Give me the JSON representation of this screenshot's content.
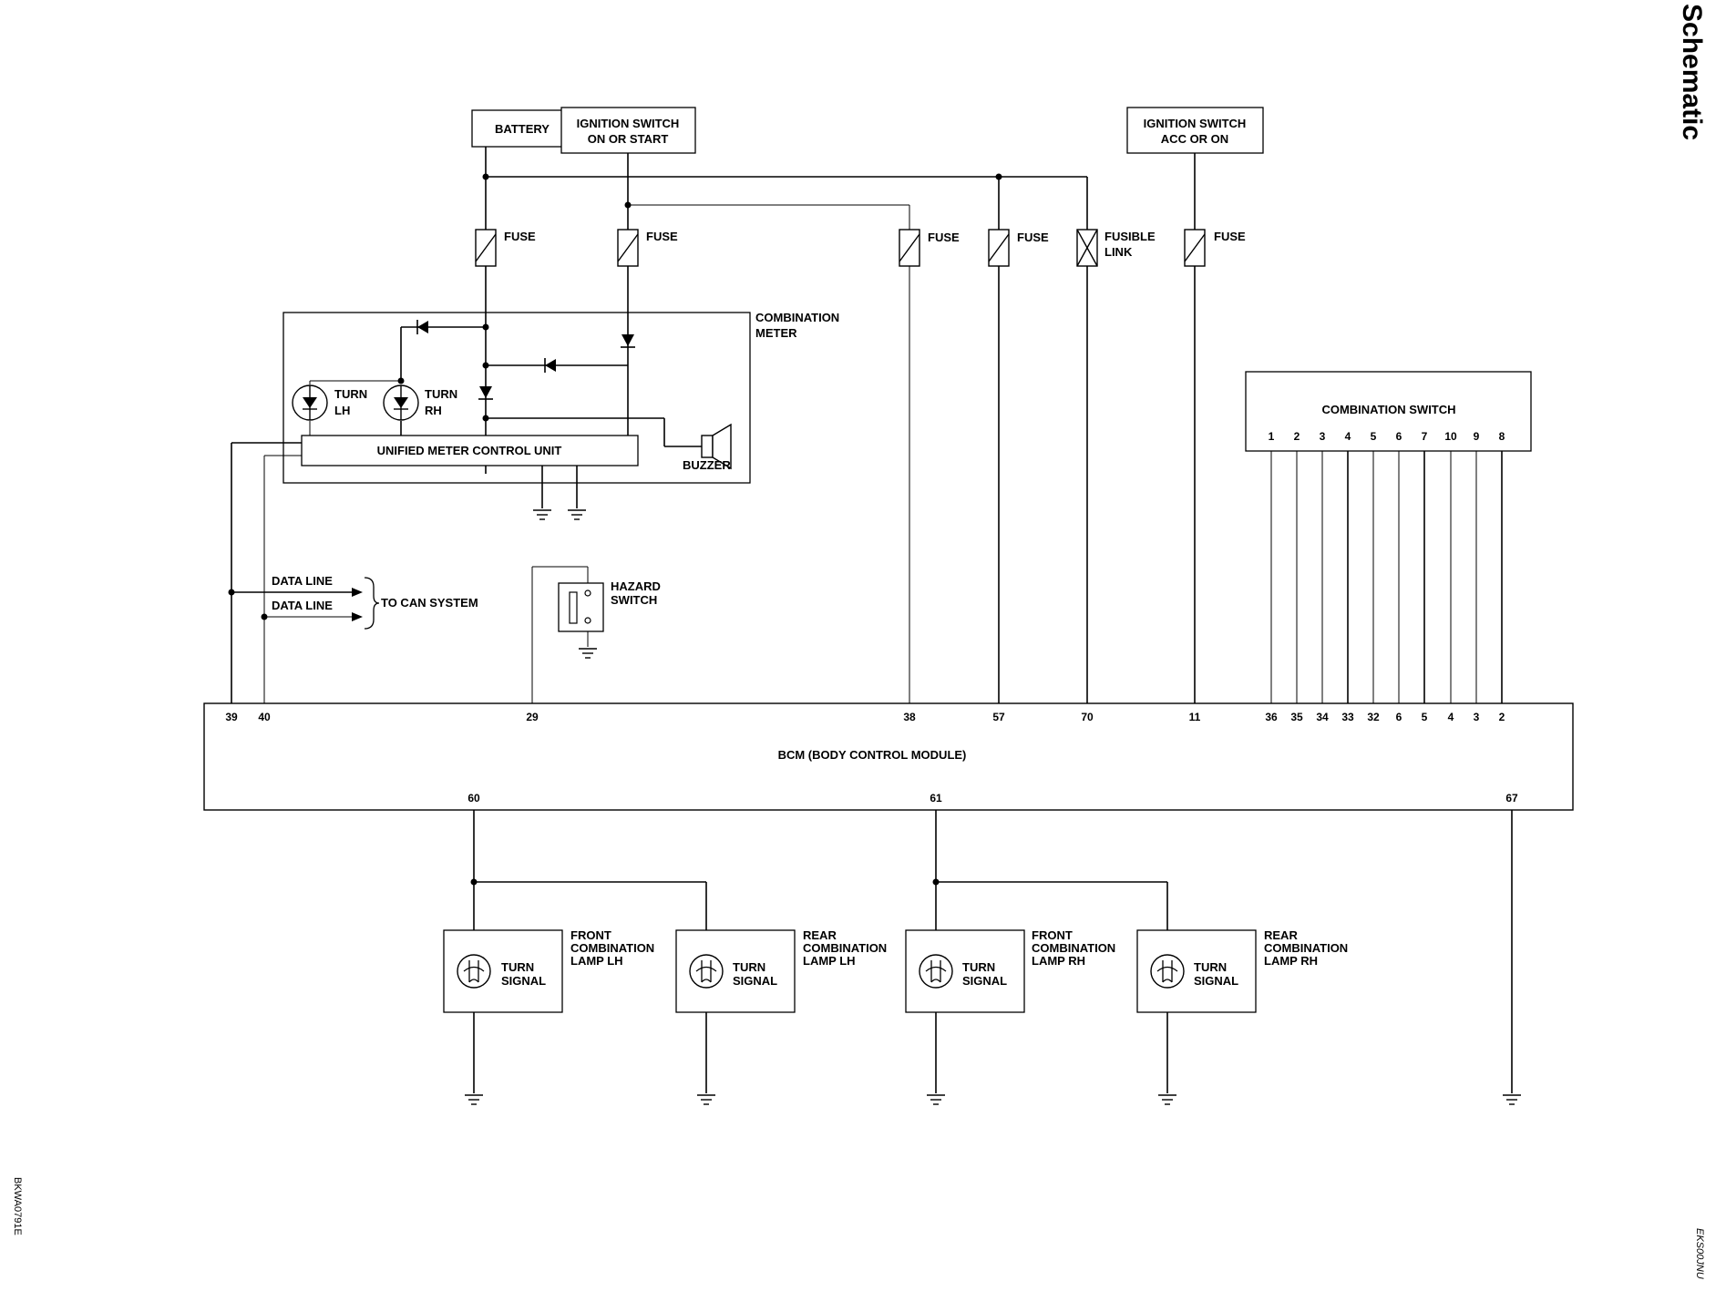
{
  "header": {
    "title": "Schematic"
  },
  "codes": {
    "left": "BKWA0791E",
    "right": "EKS00JNU"
  },
  "power_sources": {
    "battery": "BATTERY",
    "ign_on_start": [
      "IGNITION SWITCH",
      "ON OR START"
    ],
    "ign_acc_on": [
      "IGNITION SWITCH",
      "ACC OR ON"
    ]
  },
  "fuses": {
    "fuse": "FUSE",
    "fusible_link": [
      "FUSIBLE",
      "LINK"
    ]
  },
  "combination_meter": {
    "title": [
      "COMBINATION",
      "METER"
    ],
    "turn_lh": [
      "TURN",
      "LH"
    ],
    "turn_rh": [
      "TURN",
      "RH"
    ],
    "control_unit": "UNIFIED METER CONTROL UNIT",
    "buzzer": "BUZZER"
  },
  "can": {
    "data_line_1": "DATA LINE",
    "data_line_2": "DATA LINE",
    "to_can": "TO CAN SYSTEM"
  },
  "hazard_switch": [
    "HAZARD",
    "SWITCH"
  ],
  "combination_switch": {
    "title": "COMBINATION SWITCH",
    "pins": [
      "1",
      "2",
      "3",
      "4",
      "5",
      "6",
      "7",
      "10",
      "9",
      "8"
    ]
  },
  "bcm": {
    "title": "BCM (BODY CONTROL MODULE)",
    "top_pins": [
      "39",
      "40",
      "29",
      "38",
      "57",
      "70",
      "11",
      "36",
      "35",
      "34",
      "33",
      "32",
      "6",
      "5",
      "4",
      "3",
      "2"
    ],
    "bottom_pins": [
      "60",
      "61",
      "67"
    ]
  },
  "lamps": [
    {
      "signal": [
        "TURN",
        "SIGNAL"
      ],
      "name": [
        "FRONT",
        "COMBINATION",
        "LAMP LH"
      ]
    },
    {
      "signal": [
        "TURN",
        "SIGNAL"
      ],
      "name": [
        "REAR",
        "COMBINATION",
        "LAMP LH"
      ]
    },
    {
      "signal": [
        "TURN",
        "SIGNAL"
      ],
      "name": [
        "FRONT",
        "COMBINATION",
        "LAMP RH"
      ]
    },
    {
      "signal": [
        "TURN",
        "SIGNAL"
      ],
      "name": [
        "REAR",
        "COMBINATION",
        "LAMP RH"
      ]
    }
  ]
}
